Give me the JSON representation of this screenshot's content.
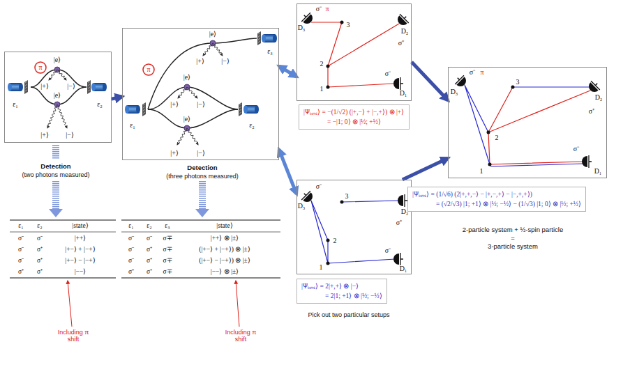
{
  "diagram": {
    "nodes": [
      {
        "text": [
          "ε₁",
          "ε₂",
          "π",
          "|e⟩",
          "|e⟩",
          "|+⟩",
          "|−⟩",
          "|+⟩",
          "|−⟩"
        ]
      },
      {
        "text": [
          "ε₁",
          "ε₂",
          "ε₃",
          "π",
          "|e⟩",
          "|e⟩",
          "|e⟩",
          "|+⟩",
          "|−⟩",
          "|+⟩",
          "|−⟩",
          "|+⟩",
          "|−⟩"
        ]
      },
      {
        "text": [
          "D₃",
          "σ⁻",
          "π",
          "3",
          "D₂",
          "σ⁺",
          "2",
          "1",
          "σ⁻",
          "D₁"
        ]
      },
      {
        "text": [
          "|Ψᵢₒₙₛ⟩ = −(1/√2) (|+,−⟩ + |−,+⟩) ⊗ |+⟩",
          "= −|1; 0⟩ ⊗ |½; +½⟩"
        ]
      },
      {
        "text": [
          "D₃",
          "σ⁻",
          "3",
          "D₂",
          "σ⁺",
          "2",
          "1",
          "σ⁻",
          "D₁"
        ]
      },
      {
        "text": [
          "|Ψᵢₒₙₛ⟩ = 2|+,+⟩ ⊗ |−⟩",
          "= 2|1; +1⟩ ⊗ |½; −½⟩"
        ]
      },
      {
        "text": [
          "D₃",
          "σ⁻",
          "π",
          "3",
          "D₂",
          "σ⁺",
          "2",
          "1",
          "σ⁻",
          "D₁"
        ]
      },
      {
        "text": [
          "|Ψᵢₒₙₛ⟩ = (1/√6) (2|+,+,−⟩ − |+,−,+⟩ − |−,+,+⟩)",
          "= (√2/√3) |1; +1⟩ ⊗ |½; −½⟩ − (1/√3) |1; 0⟩ ⊗ |½; +½⟩"
        ]
      }
    ],
    "edges": [
      {
        "from": 0,
        "to": 1,
        "arrow": "to"
      },
      {
        "from": 1,
        "to": 2,
        "arrow": "both"
      },
      {
        "from": 1,
        "to": 4,
        "arrow": "both"
      },
      {
        "from": 2,
        "to": 6,
        "arrow": "to"
      },
      {
        "from": 4,
        "to": 6,
        "arrow": "to"
      }
    ],
    "labels": [
      "Detection",
      "(two photons measured)",
      "Detection",
      "(three photons measured)",
      "ε₁",
      "ε₂",
      "|state⟩",
      "σ⁻",
      "σ⁻",
      "|++⟩",
      "σ⁻",
      "σ⁺",
      "|+−⟩ + |−+⟩",
      "σ⁻",
      "σ⁺",
      "|+−⟩ − |−+⟩",
      "σ⁺",
      "σ⁺",
      "|−−⟩",
      "ε₁",
      "ε₂",
      "ε₃",
      "|state⟩",
      "σ⁻",
      "σ⁻",
      "σ∓",
      "|++⟩ ⊗ |±⟩",
      "σ⁻",
      "σ⁺",
      "σ∓",
      "(|+−⟩ + |−+⟩) ⊗ |±⟩",
      "σ⁻",
      "σ⁺",
      "σ∓",
      "(|+−⟩ − |−+⟩) ⊗ |±⟩",
      "σ⁺",
      "σ⁺",
      "σ∓",
      "|−−⟩ ⊗ |±⟩",
      "Including π shift",
      "Including π shift",
      "Pick out two particular setups",
      "2-particle system + ½-spin particle",
      "=",
      "3-particle system"
    ]
  }
}
